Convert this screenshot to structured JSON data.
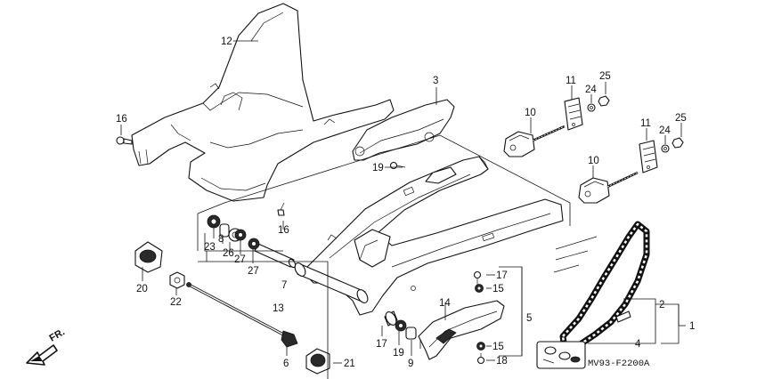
{
  "diagram": {
    "parts": [
      {
        "id": "p1",
        "label": "1"
      },
      {
        "id": "p2",
        "label": "2"
      },
      {
        "id": "p3",
        "label": "3"
      },
      {
        "id": "p4",
        "label": "4"
      },
      {
        "id": "p5",
        "label": "5"
      },
      {
        "id": "p6",
        "label": "6"
      },
      {
        "id": "p7",
        "label": "7"
      },
      {
        "id": "p8",
        "label": "8"
      },
      {
        "id": "p9",
        "label": "9"
      },
      {
        "id": "p10a",
        "label": "10"
      },
      {
        "id": "p10b",
        "label": "10"
      },
      {
        "id": "p11a",
        "label": "11"
      },
      {
        "id": "p11b",
        "label": "11"
      },
      {
        "id": "p12",
        "label": "12"
      },
      {
        "id": "p13",
        "label": "13"
      },
      {
        "id": "p14",
        "label": "14"
      },
      {
        "id": "p15a",
        "label": "15"
      },
      {
        "id": "p15b",
        "label": "15"
      },
      {
        "id": "p16a",
        "label": "16"
      },
      {
        "id": "p16b",
        "label": "16"
      },
      {
        "id": "p17a",
        "label": "17"
      },
      {
        "id": "p17b",
        "label": "17"
      },
      {
        "id": "p18",
        "label": "18"
      },
      {
        "id": "p19a",
        "label": "19"
      },
      {
        "id": "p19b",
        "label": "19"
      },
      {
        "id": "p20",
        "label": "20"
      },
      {
        "id": "p21",
        "label": "21"
      },
      {
        "id": "p22",
        "label": "22"
      },
      {
        "id": "p23",
        "label": "23"
      },
      {
        "id": "p24a",
        "label": "24"
      },
      {
        "id": "p24b",
        "label": "24"
      },
      {
        "id": "p25a",
        "label": "25"
      },
      {
        "id": "p25b",
        "label": "25"
      },
      {
        "id": "p26",
        "label": "26"
      },
      {
        "id": "p27a",
        "label": "27"
      },
      {
        "id": "p27b",
        "label": "27"
      }
    ],
    "direction_label": "FR.",
    "diagram_code": "MV93-F2200A",
    "icons": {
      "front_arrow": "arrow-down-left-icon"
    }
  }
}
